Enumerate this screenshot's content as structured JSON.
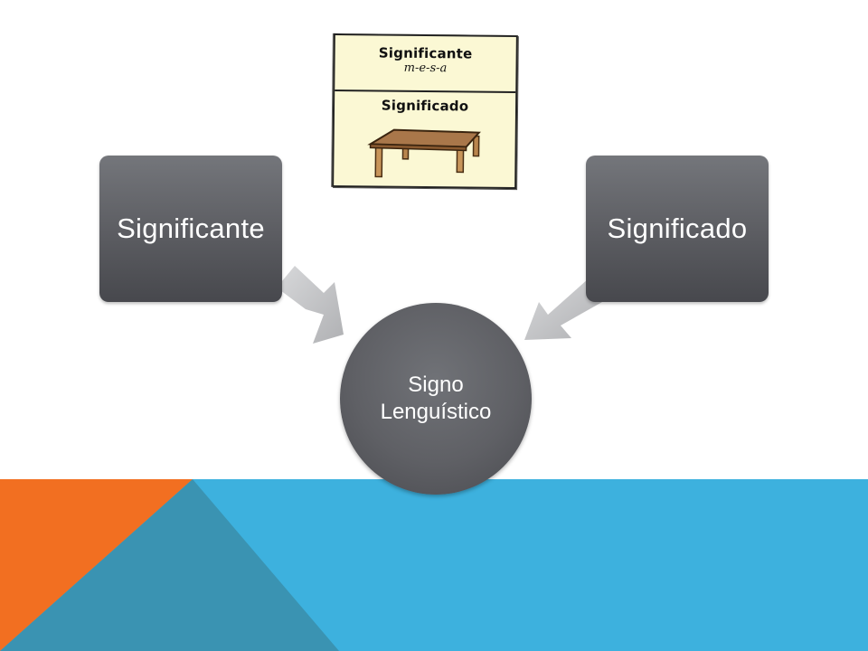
{
  "diagram": {
    "left_box": {
      "label": "Significante"
    },
    "right_box": {
      "label": "Significado"
    },
    "center_circle": {
      "line1": "Signo",
      "line2": "Lenguístico"
    }
  },
  "illustration": {
    "top_heading": "Significante",
    "word": "m-e-s-a",
    "bottom_heading": "Significado",
    "picture": "table-illustration"
  },
  "colors": {
    "node_dark": "#5b5c61",
    "arrow_gray": "#b9babd",
    "band_blue": "#3db1de",
    "band_orange": "#f26f21",
    "band_teal": "#3a93b2",
    "card_paper": "#fbf8d4"
  }
}
